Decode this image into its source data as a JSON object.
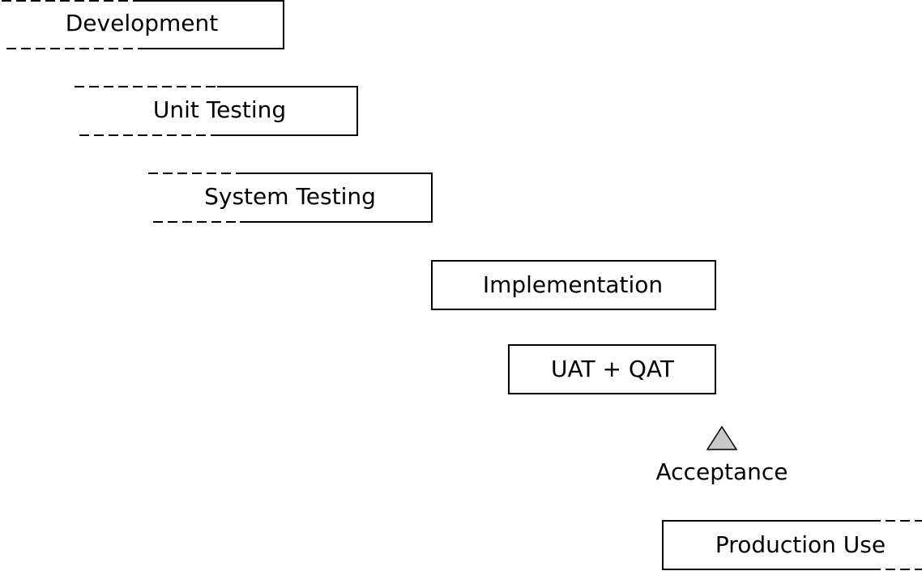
{
  "diagram": {
    "phases": [
      {
        "label": "Development"
      },
      {
        "label": "Unit Testing"
      },
      {
        "label": "System Testing"
      },
      {
        "label": "Implementation"
      },
      {
        "label": "UAT + QAT"
      },
      {
        "label": "Production Use"
      }
    ],
    "milestone": {
      "label": "Acceptance"
    }
  },
  "colors": {
    "stroke": "#000000",
    "background": "#ffffff",
    "milestone_fill": "#c8c8c8"
  }
}
